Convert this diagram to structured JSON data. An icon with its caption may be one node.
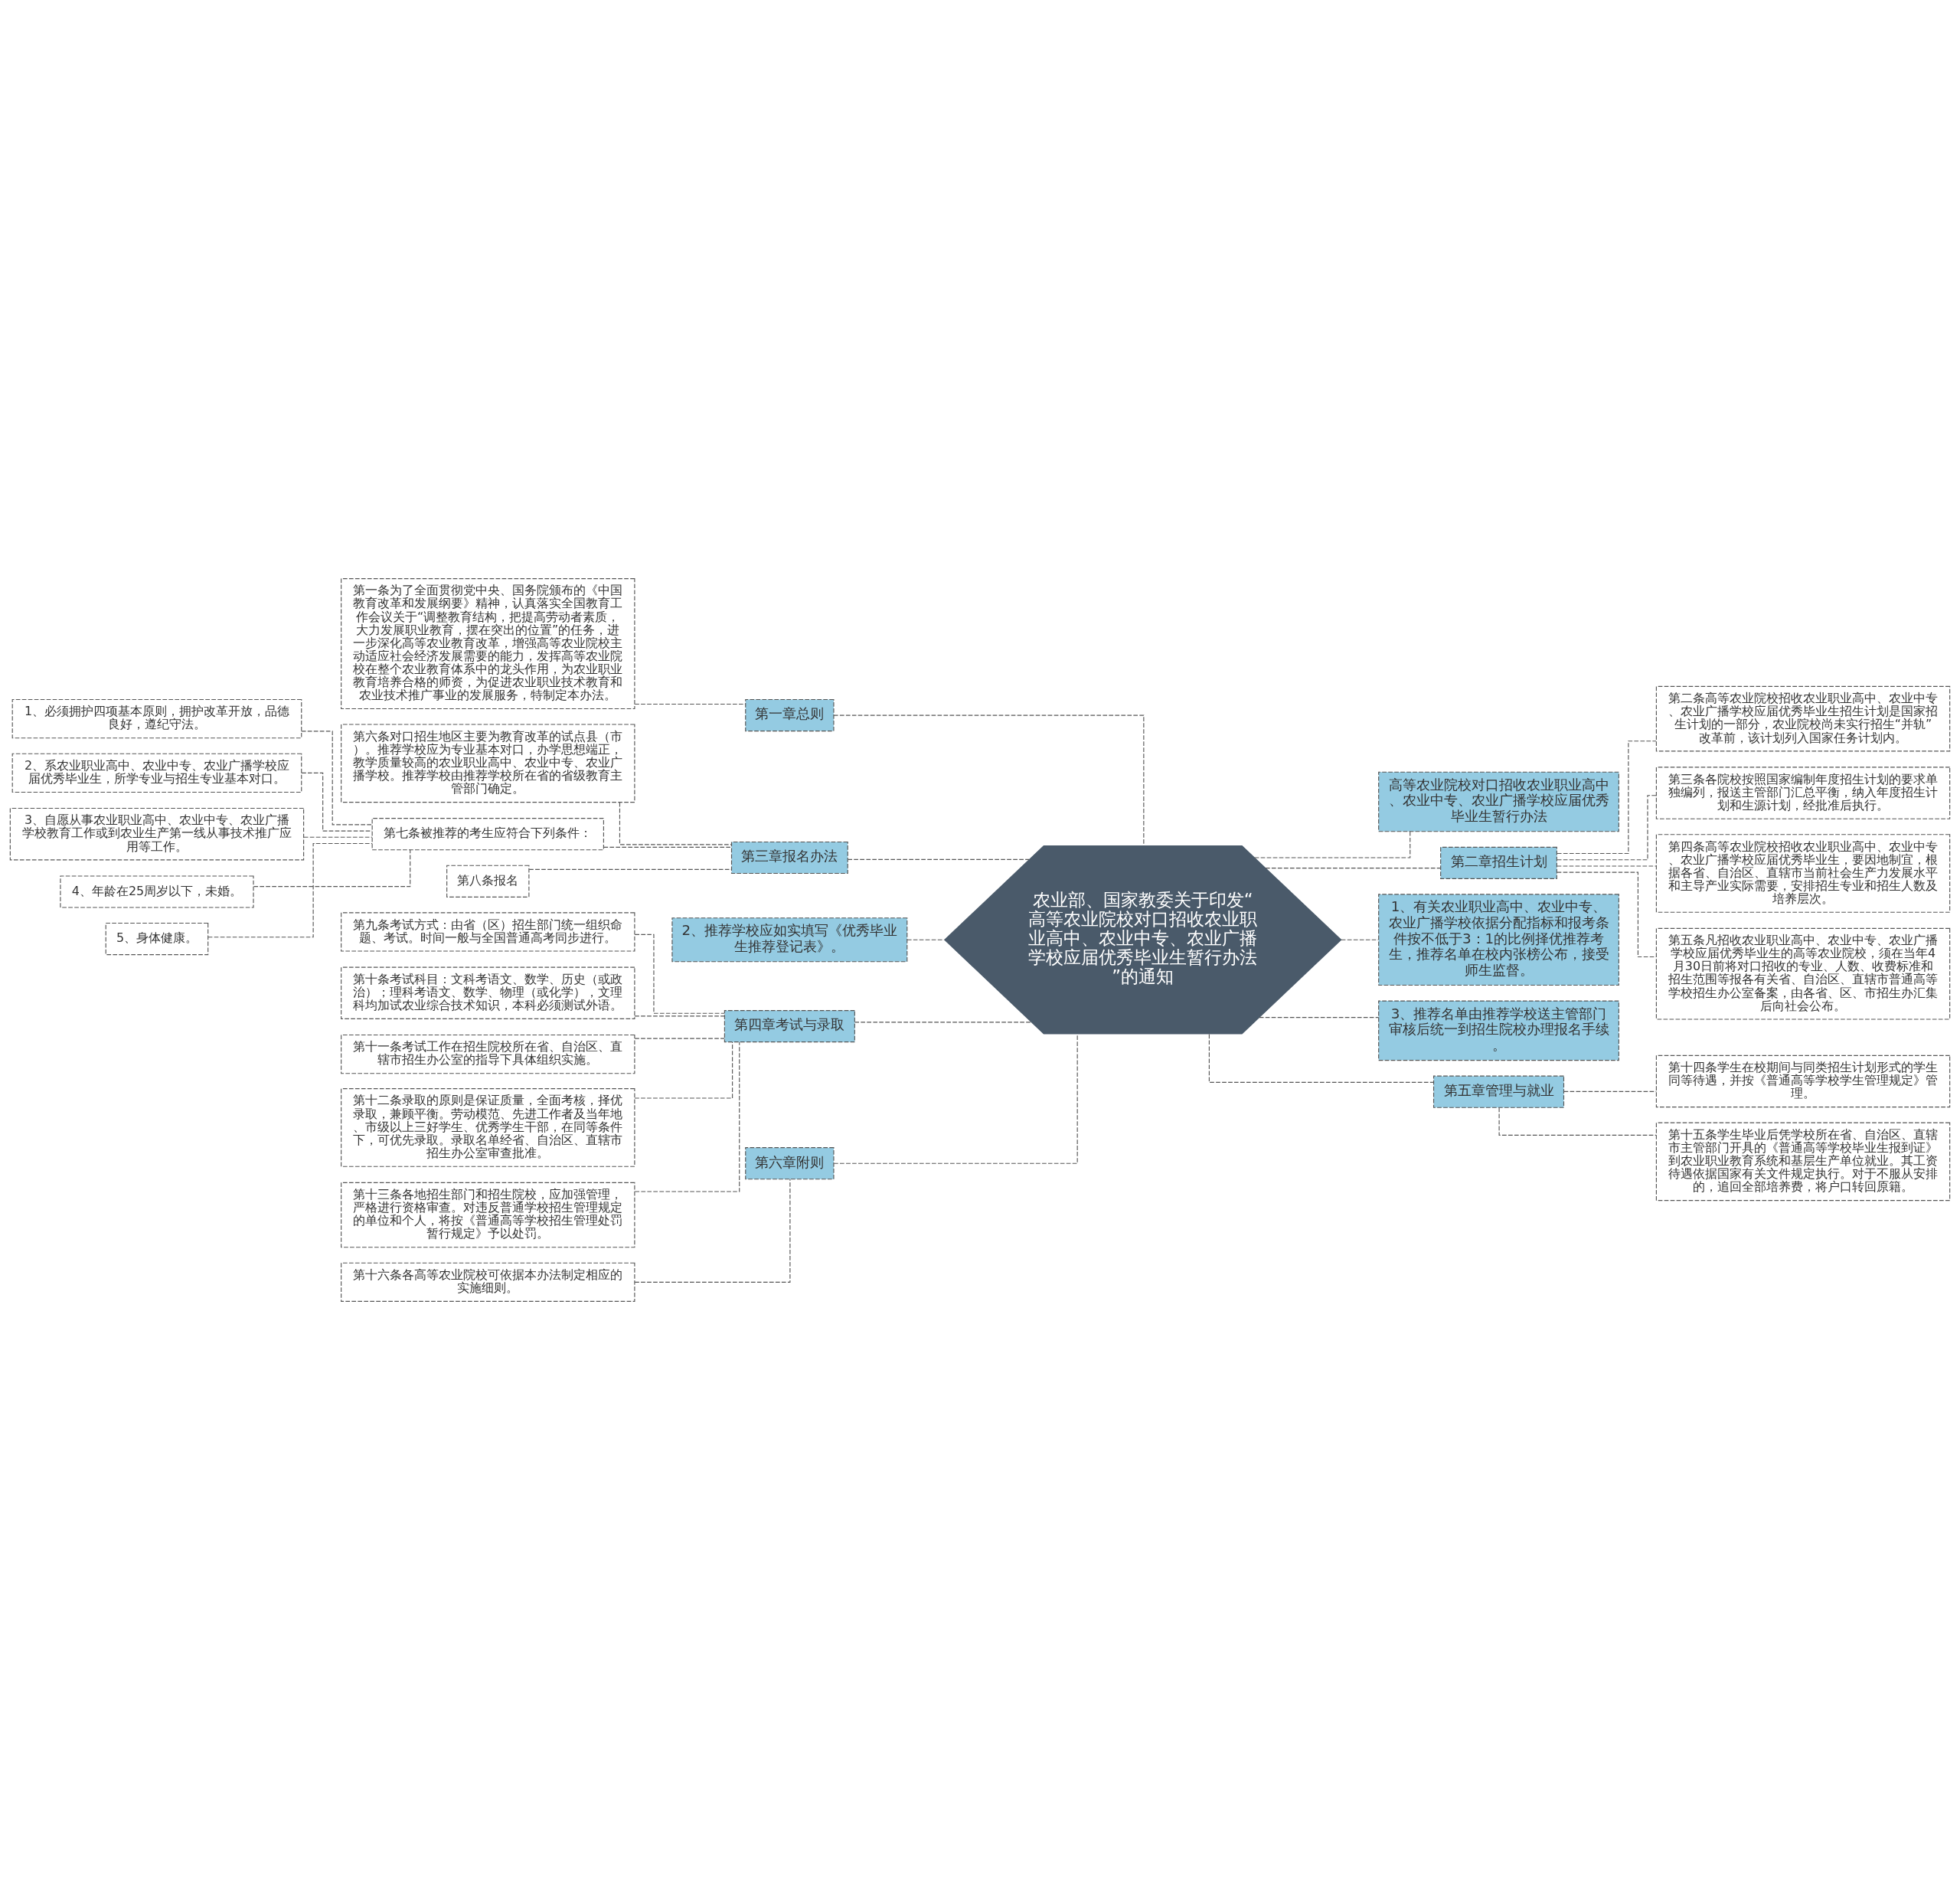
{
  "diagram": {
    "nodes": [
      {
        "text": [
          "农业部、国家教委关于印发“高等农业院校对口招收农业职业高中、农业中专、农业广播学校应届优秀毕业生暂行办法”的通知"
        ]
      },
      {
        "text": [
          "第一章总则"
        ]
      },
      {
        "text": [
          "第一条为了全面贯彻党中央、国务院颁布的《中国教育改革和发展纲要》精神，认真落实全国教育工作会议关于“调整教育结构，把提高劳动者素质，大力发展职业教育，摆在突出的位置”的任务，进一步深化高等农业教育改革，增强高等农业院校主动适应社会经济发展需要的能力，发挥高等农业院校在整个农业教育体系中的龙头作用，为农业职业教育培养合格的师资，为促进农业职业技术教育和农业技术推广事业的发展服务，特制定本办法。"
        ]
      },
      {
        "text": [
          "第三章报名办法"
        ]
      },
      {
        "text": [
          "第六条对口招生地区主要为教育改革的试点县（市）。推荐学校应为专业基本对口，办学思想端正，教学质量较高的农业职业高中、农业中专、农业广播学校。推荐学校由推荐学校所在省的省级教育主管部门确定。"
        ]
      },
      {
        "text": [
          "第七条被推荐的考生应符合下列条件："
        ]
      },
      {
        "text": [
          "1、必须拥护四项基本原则，拥护改革开放，品德良好，遵纪守法。"
        ]
      },
      {
        "text": [
          "2、系农业职业高中、农业中专、农业广播学校应届优秀毕业生，所学专业与招生专业基本对口。"
        ]
      },
      {
        "text": [
          "3、自愿从事农业职业高中、农业中专、农业广播学校教育工作或到农业生产第一线从事技术推广应用等工作。"
        ]
      },
      {
        "text": [
          "4、年龄在25周岁以下，未婚。"
        ]
      },
      {
        "text": [
          "5、身体健康。"
        ]
      },
      {
        "text": [
          "第八条报名"
        ]
      },
      {
        "text": [
          "2、推荐学校应如实填写《优秀毕业生推荐登记表》。"
        ]
      },
      {
        "text": [
          "第四章考试与录取"
        ]
      },
      {
        "text": [
          "第九条考试方式：由省（区）招生部门统一组织命题、考试。时间一般与全国普通高考同步进行。"
        ]
      },
      {
        "text": [
          "第十条考试科目：文科考语文、数学、历史（或政治）；理科考语文、数学、物理（或化学），文理科均加试农业综合技术知识，本科必须测试外语。"
        ]
      },
      {
        "text": [
          "第十一条考试工作在招生院校所在省、自治区、直辖市招生办公室的指导下具体组织实施。"
        ]
      },
      {
        "text": [
          "第十二条录取的原则是保证质量，全面考核，择优录取，兼顾平衡。劳动模范、先进工作者及当年地、市级以上三好学生、优秀学生干部，在同等条件下，可优先录取。录取名单经省、自治区、直辖市招生办公室审查批准。"
        ]
      },
      {
        "text": [
          "第十三条各地招生部门和招生院校，应加强管理，严格进行资格审查。对违反普通学校招生管理规定的单位和个人，将按《普通高等学校招生管理处罚暂行规定》予以处罚。"
        ]
      },
      {
        "text": [
          "第六章附则"
        ]
      },
      {
        "text": [
          "第十六条各高等农业院校可依据本办法制定相应的实施细则。"
        ]
      },
      {
        "text": [
          "高等农业院校对口招收农业职业高中、农业中专、农业广播学校应届优秀毕业生暂行办法"
        ]
      },
      {
        "text": [
          "第二章招生计划"
        ]
      },
      {
        "text": [
          "第二条高等农业院校招收农业职业高中、农业中专、农业广播学校应届优秀毕业生招生计划是国家招生计划的一部分，农业院校尚未实行招生“并轨”改革前，该计划列入国家任务计划内。"
        ]
      },
      {
        "text": [
          "第三条各院校按照国家编制年度招生计划的要求单独编列，报送主管部门汇总平衡，纳入年度招生计划和生源计划，经批准后执行。"
        ]
      },
      {
        "text": [
          "第四条高等农业院校招收农业职业高中、农业中专、农业广播学校应届优秀毕业生，要因地制宜，根据各省、自治区、直辖市当前社会生产力发展水平和主导产业实际需要，安排招生专业和招生人数及培养层次。"
        ]
      },
      {
        "text": [
          "第五条凡招收农业职业高中、农业中专、农业广播学校应届优秀毕业生的高等农业院校，须在当年4月30日前将对口招收的专业、人数、收费标准和招生范围等报各有关省、自治区、直辖市普通高等学校招生办公室备案，由各省、区、市招生办汇集后向社会公布。"
        ]
      },
      {
        "text": [
          "1、有关农业职业高中、农业中专、农业广播学校依据分配指标和报考条件按不低于3：1的比例择优推荐考生，推荐名单在校内张榜公布，接受师生监督。"
        ]
      },
      {
        "text": [
          "3、推荐名单由推荐学校送主管部门审核后统一到招生院校办理报名手续。"
        ]
      },
      {
        "text": [
          "第五章管理与就业"
        ]
      },
      {
        "text": [
          "第十四条学生在校期间与同类招生计划形式的学生同等待遇，并按《普通高等学校学生管理规定》管理。"
        ]
      },
      {
        "text": [
          "第十五条学生毕业后凭学校所在省、自治区、直辖市主管部门开具的《普通高等学校毕业生报到证》到农业职业教育系统和基层生产单位就业。其工资待遇依据国家有关文件规定执行。对于不服从安排的，追回全部培养费，将户口转回原籍。"
        ]
      }
    ],
    "edges": [
      {
        "from": 0,
        "to": 1,
        "arrow": "none",
        "style": "dashed"
      },
      {
        "from": 1,
        "to": 2,
        "arrow": "none",
        "style": "dashed"
      },
      {
        "from": 0,
        "to": 3,
        "arrow": "none",
        "style": "dashed"
      },
      {
        "from": 3,
        "to": 4,
        "arrow": "none",
        "style": "dashed"
      },
      {
        "from": 3,
        "to": 5,
        "arrow": "none",
        "style": "dashed"
      },
      {
        "from": 5,
        "to": 6,
        "arrow": "none",
        "style": "dashed"
      },
      {
        "from": 5,
        "to": 7,
        "arrow": "none",
        "style": "dashed"
      },
      {
        "from": 5,
        "to": 8,
        "arrow": "none",
        "style": "dashed"
      },
      {
        "from": 5,
        "to": 9,
        "arrow": "none",
        "style": "dashed"
      },
      {
        "from": 5,
        "to": 10,
        "arrow": "none",
        "style": "dashed"
      },
      {
        "from": 3,
        "to": 11,
        "arrow": "none",
        "style": "dashed"
      },
      {
        "from": 0,
        "to": 12,
        "arrow": "none",
        "style": "dashed"
      },
      {
        "from": 0,
        "to": 13,
        "arrow": "none",
        "style": "dashed"
      },
      {
        "from": 13,
        "to": 14,
        "arrow": "none",
        "style": "dashed"
      },
      {
        "from": 13,
        "to": 15,
        "arrow": "none",
        "style": "dashed"
      },
      {
        "from": 13,
        "to": 16,
        "arrow": "none",
        "style": "dashed"
      },
      {
        "from": 13,
        "to": 17,
        "arrow": "none",
        "style": "dashed"
      },
      {
        "from": 13,
        "to": 18,
        "arrow": "none",
        "style": "dashed"
      },
      {
        "from": 0,
        "to": 19,
        "arrow": "none",
        "style": "dashed"
      },
      {
        "from": 19,
        "to": 20,
        "arrow": "none",
        "style": "dashed"
      },
      {
        "from": 0,
        "to": 21,
        "arrow": "none",
        "style": "dashed"
      },
      {
        "from": 0,
        "to": 22,
        "arrow": "none",
        "style": "dashed"
      },
      {
        "from": 22,
        "to": 23,
        "arrow": "none",
        "style": "dashed"
      },
      {
        "from": 22,
        "to": 24,
        "arrow": "none",
        "style": "dashed"
      },
      {
        "from": 22,
        "to": 25,
        "arrow": "none",
        "style": "dashed"
      },
      {
        "from": 22,
        "to": 26,
        "arrow": "none",
        "style": "dashed"
      },
      {
        "from": 0,
        "to": 27,
        "arrow": "none",
        "style": "dashed"
      },
      {
        "from": 0,
        "to": 28,
        "arrow": "none",
        "style": "dashed"
      },
      {
        "from": 0,
        "to": 29,
        "arrow": "none",
        "style": "dashed"
      },
      {
        "from": 29,
        "to": 30,
        "arrow": "none",
        "style": "dashed"
      },
      {
        "from": 29,
        "to": 31,
        "arrow": "none",
        "style": "dashed"
      }
    ]
  }
}
